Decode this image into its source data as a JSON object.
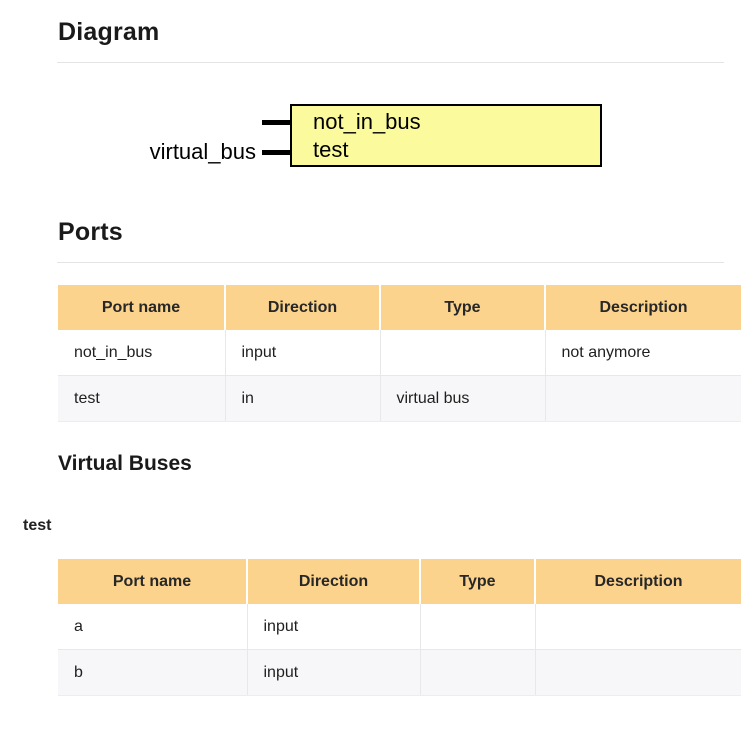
{
  "diagram": {
    "heading": "Diagram",
    "block": {
      "port_lines": [
        "not_in_bus",
        "test"
      ],
      "fill_color": "#fbfb9e",
      "border_color": "#000000"
    },
    "input_label": "virtual_bus"
  },
  "ports": {
    "heading": "Ports",
    "columns": [
      "Port name",
      "Direction",
      "Type",
      "Description"
    ],
    "rows": [
      [
        "not_in_bus",
        "input",
        "",
        "not anymore"
      ],
      [
        "test",
        "in",
        "virtual bus",
        ""
      ]
    ]
  },
  "virtual_buses": {
    "heading": "Virtual Buses",
    "bus_name": "test",
    "columns": [
      "Port name",
      "Direction",
      "Type",
      "Description"
    ],
    "rows": [
      [
        "a",
        "input",
        "",
        ""
      ],
      [
        "b",
        "input",
        "",
        ""
      ]
    ]
  },
  "colors": {
    "table_header_bg": "#fbd38d",
    "row_alt_bg": "#f7f7f9",
    "cell_border": "#e8e8eb",
    "rule": "#e4e4e4",
    "block_fill": "#fbfb9e",
    "block_border": "#000000",
    "heading_text": "#1a1a1a",
    "body_text": "#1f1f1f"
  }
}
